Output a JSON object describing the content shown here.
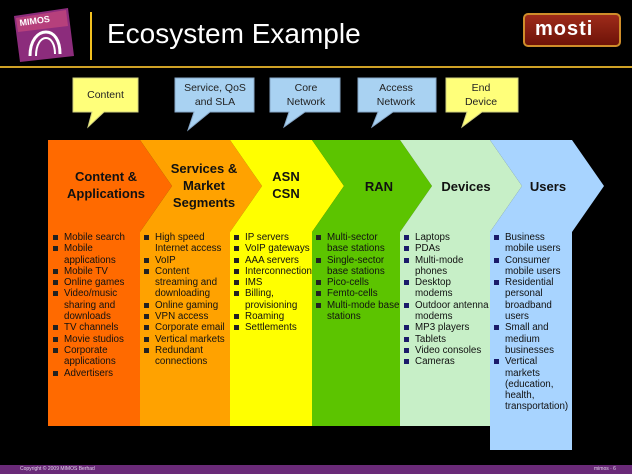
{
  "header": {
    "title": "Ecosystem Example",
    "left_logo": "MIMOS",
    "right_logo": "mosti"
  },
  "callouts": [
    "Content",
    "Service, QoS and SLA",
    "Core Network",
    "Access Network",
    "End Device"
  ],
  "chevrons": [
    {
      "title": "Content & Applications",
      "color": "#ff6a00",
      "items": [
        "Mobile search",
        "Mobile applications",
        "Mobile TV",
        "Online games",
        "Video/music sharing and downloads",
        "TV channels",
        "Movie studios",
        "Corporate applications",
        "Advertisers"
      ]
    },
    {
      "title": "Services & Market Segments",
      "color": "#ffa200",
      "items": [
        "High speed Internet access",
        "VoIP",
        "Content streaming and downloading",
        "Online gaming",
        "VPN access",
        "Corporate email",
        "Vertical markets",
        "Redundant connections"
      ]
    },
    {
      "title": "ASN CSN",
      "color": "#ffff00",
      "items": [
        "IP servers",
        "VoIP gateways",
        "AAA servers",
        "Interconnection",
        "IMS",
        "Billing, provisioning",
        "Roaming",
        "Settlements"
      ]
    },
    {
      "title": "RAN",
      "color": "#5cc400",
      "items": [
        "Multi-sector base stations",
        "Single-sector base stations",
        "Pico-cells",
        "Femto-cells",
        "Multi-mode base stations"
      ]
    },
    {
      "title": "Devices",
      "color": "#c7efc7",
      "items": [
        "Laptops",
        "PDAs",
        "Multi-mode phones",
        "Desktop modems",
        "Outdoor antenna modems",
        "MP3 players",
        "Tablets",
        "Video consoles",
        "Cameras"
      ]
    },
    {
      "title": "Users",
      "color": "#a8d4ff",
      "items": [
        "Business mobile users",
        "Consumer mobile users",
        "Residential personal broadband users",
        "Small and medium businesses",
        "Vertical markets (education, health, transportation)"
      ]
    }
  ],
  "footer": {
    "copyright": "Copyright © 2009 MIMOS Berhad",
    "page": "mimos · 6"
  }
}
